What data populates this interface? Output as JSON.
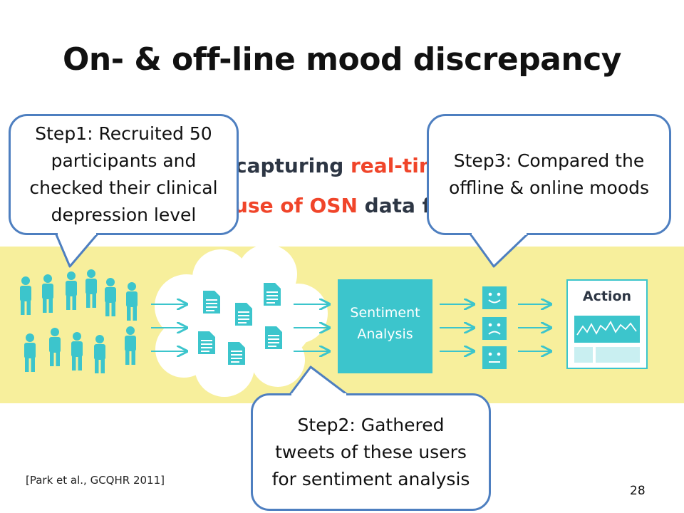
{
  "slide": {
    "title": "On- & off-line mood discrepancy",
    "citation": "[Park et al., GCQHR 2011]",
    "page_number": "28"
  },
  "banner": {
    "line1_dark": "capturing",
    "line1_red": "real-time",
    "line2_red": "use of OSN",
    "line2_dark": "data for"
  },
  "callouts": {
    "step1": [
      "Step1: Recruited 50",
      "participants and",
      "checked their clinical",
      "depression level"
    ],
    "step2": [
      "Step2: Gathered",
      "tweets of these users",
      "for sentiment analysis"
    ],
    "step3": [
      "Step3: Compared the",
      "offline & online moods"
    ]
  },
  "pipeline": {
    "sentiment_label_1": "Sentiment",
    "sentiment_label_2": "Analysis",
    "action_label": "Action",
    "people_icon": "person-icon",
    "document_icon": "document-icon",
    "mood_icons": [
      "happy-face-icon",
      "sad-face-icon",
      "neutral-face-icon"
    ]
  },
  "colors": {
    "teal": "#3cc5cc",
    "band": "#f7ef9c",
    "callout_border": "#4e7fc0",
    "banner_red": "#f0452a"
  }
}
